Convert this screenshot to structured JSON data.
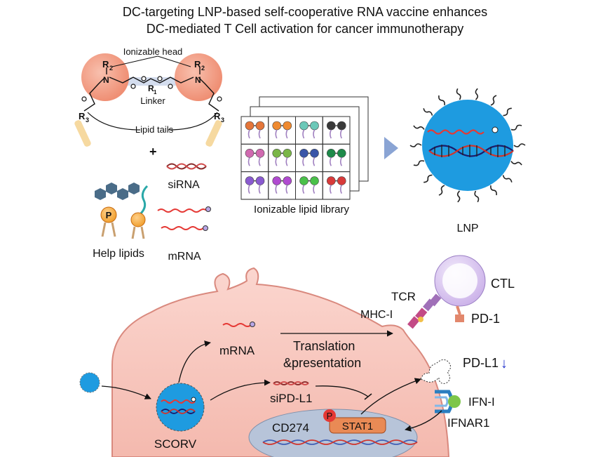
{
  "title": {
    "line1": "DC-targeting LNP-based self-cooperative RNA vaccine enhances",
    "line2": "DC-mediated T Cell activation for cancer immunotherapy"
  },
  "lipid_structure": {
    "head_label": "Ionizable head",
    "linker_label": "Linker",
    "tails_label": "Lipid tails",
    "r1": "R",
    "r1_sub": "1",
    "r2": "R",
    "r2_sub": "2",
    "r3": "R",
    "r3_sub": "3",
    "n": "N",
    "plus": "+"
  },
  "components": {
    "sirna_label": "siRNA",
    "mrna_label": "mRNA",
    "help_lipids_label": "Help lipids",
    "p_label": "P"
  },
  "library": {
    "label": "Ionizable lipid library"
  },
  "lnp": {
    "label": "LNP"
  },
  "cell": {
    "tcr_label": "TCR",
    "mhc_label": "MHC-I",
    "ctl_label": "CTL",
    "pd1_label": "PD-1",
    "mrna_label": "mRNA",
    "translation_line1": "Translation",
    "translation_line2": "&presentation",
    "pdl1_label": "PD-L1",
    "pdl1_arrow": "↓",
    "sipdl1_label": "siPD-L1",
    "ifn_label": "IFN-I",
    "ifnar_label": "IFNAR1",
    "scorv_label": "SCORV",
    "cd274_label": "CD274",
    "stat1_label": "STAT1",
    "p_label": "P"
  },
  "colors": {
    "head": "#f2a08a",
    "cell": "#f7c6bf",
    "cell_edge": "#d9897e",
    "nucleus": "#b7c4d9",
    "lnp": "#1e9be0",
    "mrna": "#e53935",
    "dna_blue": "#3f5fb5",
    "ctl": "#d8c6ee",
    "mhc": "#b5467a",
    "stat1": "#e98a55",
    "arrow_blue": "#8aa4d4"
  }
}
